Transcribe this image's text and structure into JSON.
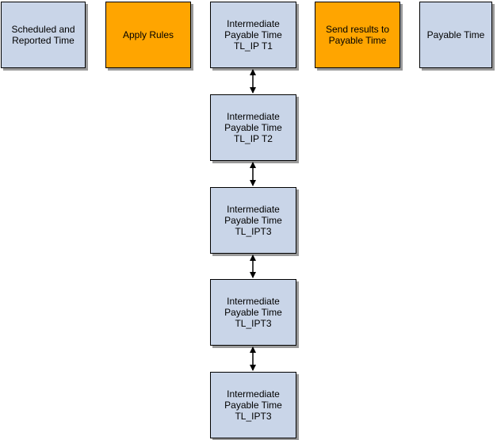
{
  "colors": {
    "blue_fill": "#c9d5e8",
    "orange_fill": "#ffa500",
    "border": "#000000",
    "shadow": "#9a9a9a"
  },
  "top_row": [
    {
      "label": "Scheduled and\nReported Time",
      "fill": "blue"
    },
    {
      "label": "Apply Rules",
      "fill": "orange"
    },
    {
      "label": "Intermediate\nPayable Time\nTL_IP T1",
      "fill": "blue"
    },
    {
      "label": "Send results to\nPayable Time",
      "fill": "orange"
    },
    {
      "label": "Payable Time",
      "fill": "blue"
    }
  ],
  "column": [
    {
      "label": "Intermediate\nPayable Time\nTL_IP T2"
    },
    {
      "label": "Intermediate\nPayable Time\nTL_IPT3"
    },
    {
      "label": "Intermediate\nPayable Time\nTL_IPT3"
    },
    {
      "label": "Intermediate\nPayable Time\nTL_IPT3"
    }
  ],
  "connector_type": "bidirectional-arrow"
}
